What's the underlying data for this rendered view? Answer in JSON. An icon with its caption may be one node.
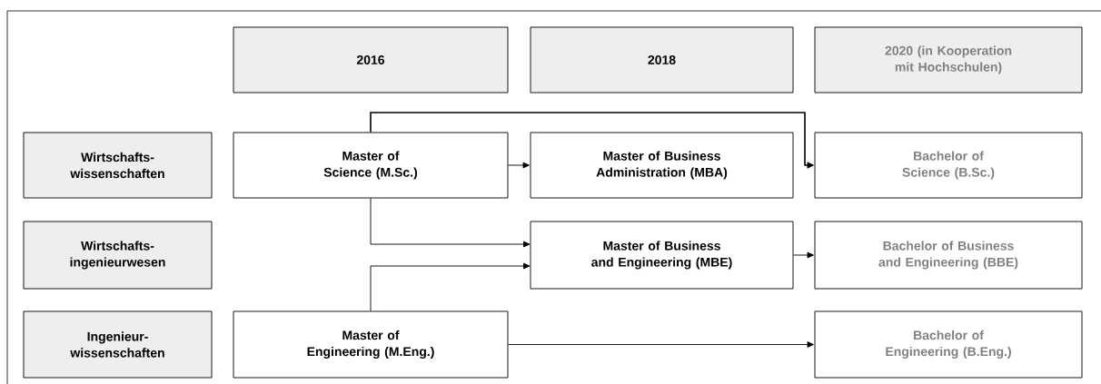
{
  "diagram": {
    "nodes": [
      {
        "text": [
          "2016"
        ]
      },
      {
        "text": [
          "2018"
        ]
      },
      {
        "text": [
          "2020 (in Kooperation mit Hochschulen)"
        ]
      },
      {
        "text": [
          "Wirtschafts- wissenschaften"
        ]
      },
      {
        "text": [
          "Master of Science (M.Sc.)"
        ]
      },
      {
        "text": [
          "Master of Business Administration (MBA)"
        ]
      },
      {
        "text": [
          "Bachelor of Science (B.Sc.)"
        ]
      },
      {
        "text": [
          "Wirtschafts- ingenieurwesen"
        ]
      },
      {
        "text": [
          "Master of Business and Engineering (MBE)"
        ]
      },
      {
        "text": [
          "Bachelor of Business and Engineering (BBE)"
        ]
      },
      {
        "text": [
          "Ingenieur- wissenschaften"
        ]
      },
      {
        "text": [
          "Master of Engineering (M.Eng.)"
        ]
      },
      {
        "text": [
          "Bachelor of Engineering (B.Eng.)"
        ]
      }
    ],
    "edges": [
      {
        "from": 4,
        "to": 6,
        "arrow": "to"
      },
      {
        "from": 4,
        "to": 5,
        "arrow": "to"
      },
      {
        "from": 4,
        "to": 8,
        "arrow": "to"
      },
      {
        "from": 11,
        "to": 8,
        "arrow": "to"
      },
      {
        "from": 8,
        "to": 9,
        "arrow": "to"
      },
      {
        "from": 11,
        "to": 12,
        "arrow": "to"
      }
    ]
  }
}
